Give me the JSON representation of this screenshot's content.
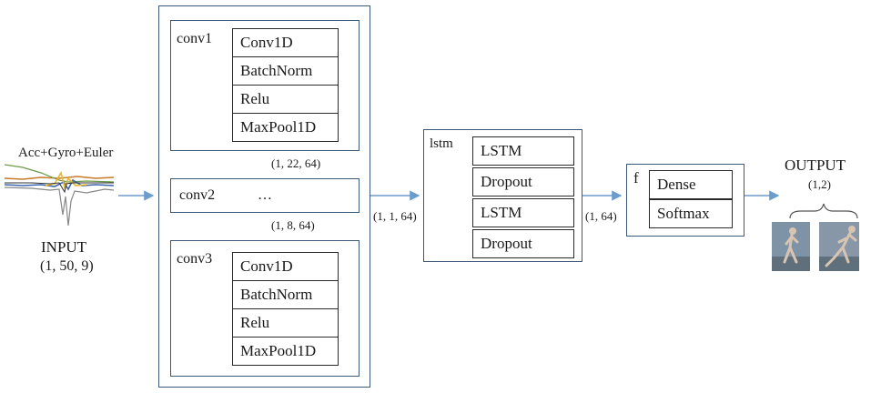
{
  "input": {
    "signal_label": "Acc+Gyro+Euler",
    "title": "INPUT",
    "shape": "(1, 50, 9)"
  },
  "conv1": {
    "label": "conv1",
    "layers": [
      "Conv1D",
      "BatchNorm",
      "Relu",
      "MaxPool1D"
    ]
  },
  "shape_after_conv1": "(1, 22, 64)",
  "conv2": {
    "label": "conv2",
    "content": "…"
  },
  "shape_after_conv2": "(1, 8, 64)",
  "conv3": {
    "label": "conv3",
    "layers": [
      "Conv1D",
      "BatchNorm",
      "Relu",
      "MaxPool1D"
    ]
  },
  "shape_after_cnn": "(1, 1, 64)",
  "lstm": {
    "label": "lstm",
    "layers": [
      "LSTM",
      "Dropout",
      "LSTM",
      "Dropout"
    ]
  },
  "shape_after_lstm": "(1, 64)",
  "f": {
    "label": "f",
    "layers": [
      "Dense",
      "Softmax"
    ]
  },
  "output": {
    "title": "OUTPUT",
    "shape": "(1,2)"
  },
  "colors": {
    "box_border": "#3c5a78",
    "arrow": "#6a9ccc",
    "signal_orange": "#c77a2a",
    "signal_yellow": "#e6b830",
    "signal_green": "#6c9a4a",
    "signal_blue": "#3e66b0",
    "signal_gray": "#888888"
  }
}
